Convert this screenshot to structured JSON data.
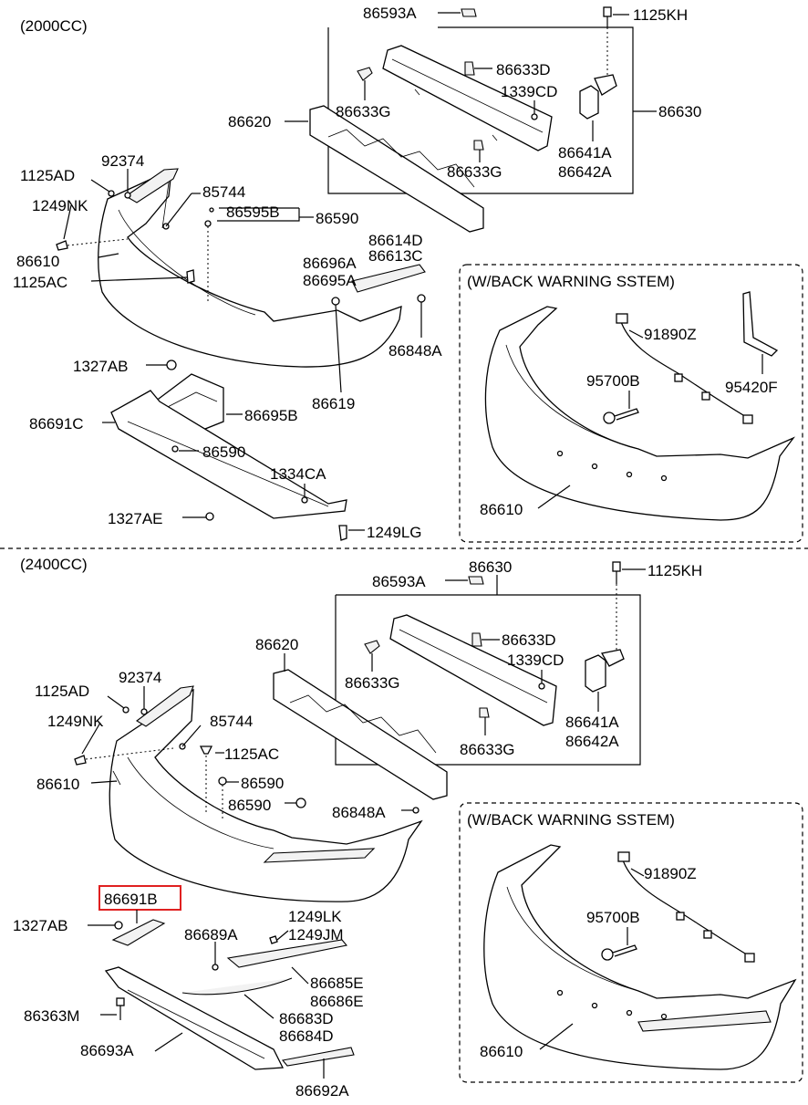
{
  "sections": {
    "top": "(2000CC)",
    "bottom": "(2400CC)"
  },
  "options": {
    "top": "(W/BACK WARNING SSTEM)",
    "bottom": "(W/BACK WARNING SSTEM)"
  },
  "labels_top": {
    "p86593A": "86593A",
    "p1125KH": "1125KH",
    "p86633D": "86633D",
    "p1339CD": "1339CD",
    "p86633G_a": "86633G",
    "p86620": "86620",
    "p86630": "86630",
    "p86641A": "86641A",
    "p86642A": "86642A",
    "p86633G_b": "86633G",
    "p1125AD": "1125AD",
    "p92374": "92374",
    "p85744": "85744",
    "p1249NK": "1249NK",
    "p86595B": "86595B",
    "p86590_a": "86590",
    "p86610": "86610",
    "p86614D": "86614D",
    "p86613C": "86613C",
    "p86696A": "86696A",
    "p86695A": "86695A",
    "p1125AC": "1125AC",
    "p86848A": "86848A",
    "p1327AB": "1327AB",
    "p86619": "86619",
    "p86691C": "86691C",
    "p86695B": "86695B",
    "p86590_b": "86590",
    "p1334CA": "1334CA",
    "p1327AE": "1327AE",
    "p1249LG": "1249LG",
    "w91890Z": "91890Z",
    "w95700B": "95700B",
    "w95420F": "95420F",
    "w86610": "86610"
  },
  "labels_bottom": {
    "p86630": "86630",
    "p86593A": "86593A",
    "p1125KH": "1125KH",
    "p86620": "86620",
    "p86633D": "86633D",
    "p1339CD": "1339CD",
    "p86633G_a": "86633G",
    "p1125AD": "1125AD",
    "p92374": "92374",
    "p86641A": "86641A",
    "p86642A": "86642A",
    "p86633G_b": "86633G",
    "p1249NK": "1249NK",
    "p85744": "85744",
    "p1125AC": "1125AC",
    "p86610": "86610",
    "p86590_a": "86590",
    "p86590_b": "86590",
    "p86848A": "86848A",
    "p86691B": "86691B",
    "p1327AB": "1327AB",
    "p1249LK": "1249LK",
    "p1249JM": "1249JM",
    "p86689A": "86689A",
    "p86685E": "86685E",
    "p86686E": "86686E",
    "p86363M": "86363M",
    "p86683D": "86683D",
    "p86684D": "86684D",
    "p86693A": "86693A",
    "p86692A": "86692A",
    "w91890Z": "91890Z",
    "w95700B": "95700B",
    "w86610": "86610"
  },
  "highlight": {
    "part": "86691B",
    "color": "#e02020"
  }
}
